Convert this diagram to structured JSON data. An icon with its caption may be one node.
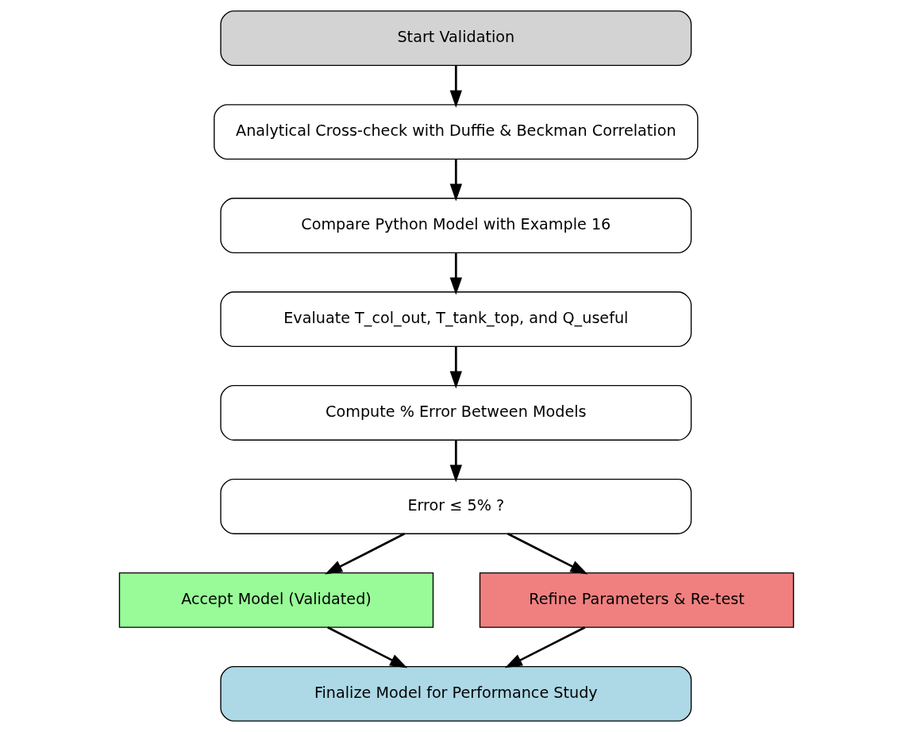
{
  "diagram": {
    "nodes": [
      {
        "text": [
          "Start Validation"
        ]
      },
      {
        "text": [
          "Analytical Cross-check with Duffie & Beckman Correlation"
        ]
      },
      {
        "text": [
          "Compare Python Model with Example 16"
        ]
      },
      {
        "text": [
          "Evaluate T_col_out, T_tank_top, and Q_useful"
        ]
      },
      {
        "text": [
          "Compute % Error Between Models"
        ]
      },
      {
        "text": [
          "Error ≤ 5% ?"
        ]
      },
      {
        "text": [
          "Accept Model (Validated)"
        ]
      },
      {
        "text": [
          "Refine Parameters & Re-test"
        ]
      },
      {
        "text": [
          "Finalize Model for Performance Study"
        ]
      }
    ],
    "edges": [
      {
        "from": 0,
        "to": 1,
        "arrow": "to"
      },
      {
        "from": 1,
        "to": 2,
        "arrow": "to"
      },
      {
        "from": 2,
        "to": 3,
        "arrow": "to"
      },
      {
        "from": 3,
        "to": 4,
        "arrow": "to"
      },
      {
        "from": 4,
        "to": 5,
        "arrow": "to"
      },
      {
        "from": 5,
        "to": 6,
        "arrow": "to"
      },
      {
        "from": 5,
        "to": 7,
        "arrow": "to"
      },
      {
        "from": 6,
        "to": 8,
        "arrow": "to"
      },
      {
        "from": 7,
        "to": 8,
        "arrow": "to"
      }
    ]
  }
}
